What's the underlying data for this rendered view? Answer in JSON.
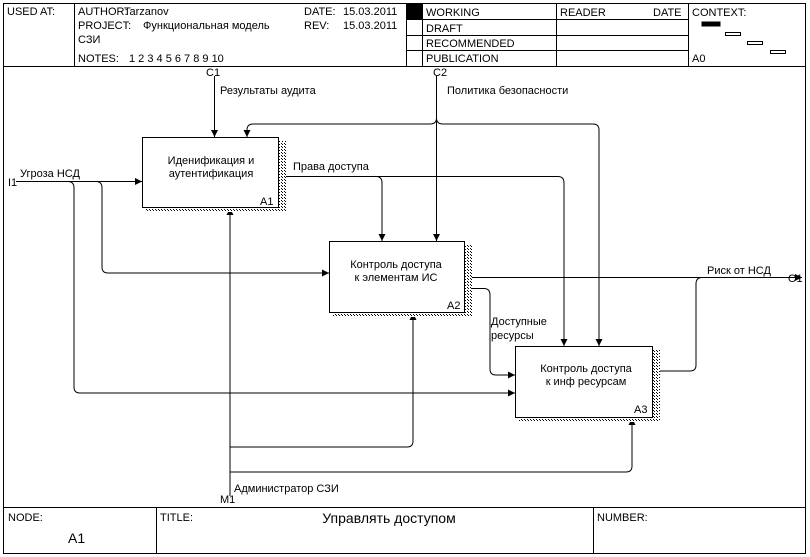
{
  "header": {
    "used_at_label": "USED AT:",
    "author_label": "AUTHOR:",
    "author": "Tarzanov",
    "project_label": "PROJECT:",
    "project_line1": "Функциональная модель",
    "project_line2": "СЗИ",
    "date_label": "DATE:",
    "date": "15.03.2011",
    "rev_label": "REV:",
    "rev": "15.03.2011",
    "notes_label": "NOTES:",
    "notes": "1  2  3  4  5  6  7  8  9  10",
    "status": [
      "WORKING",
      "DRAFT",
      "RECOMMENDED",
      "PUBLICATION"
    ],
    "reader_label": "READER",
    "reader_date_label": "DATE",
    "context_label": "CONTEXT:",
    "context_node": "A0"
  },
  "diagram": {
    "boxes": [
      {
        "id": "A1",
        "line1": "Иденификация и",
        "line2": "аутентификация"
      },
      {
        "id": "A2",
        "line1": "Контроль доступа",
        "line2": "к элементам ИС"
      },
      {
        "id": "A3",
        "line1": "Контроль доступа",
        "line2": "к инф ресурсам"
      }
    ],
    "arrows": {
      "c1_code": "C1",
      "c1_label": "Результаты аудита",
      "c2_code": "C2",
      "c2_label": "Политика безопасности",
      "i1_code": "I1",
      "i1_label": "Угроза НСД",
      "o1_code": "O1",
      "o1_label": "Риск от НСД",
      "m1_code": "M1",
      "m1_label": "Администратор СЗИ",
      "access_rights": "Права доступа",
      "resources_line1": "Доступные",
      "resources_line2": "ресурсы"
    }
  },
  "footer": {
    "node_label": "NODE:",
    "node": "A1",
    "title_label": "TITLE:",
    "title": "Управлять доступом",
    "number_label": "NUMBER:"
  }
}
